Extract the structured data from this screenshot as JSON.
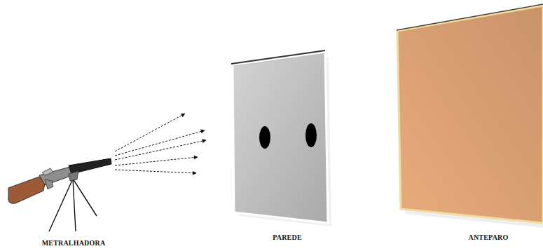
{
  "diagram": {
    "labels": [
      "METRALHADORA",
      "PAREDE",
      "ANTEPARO"
    ]
  }
}
